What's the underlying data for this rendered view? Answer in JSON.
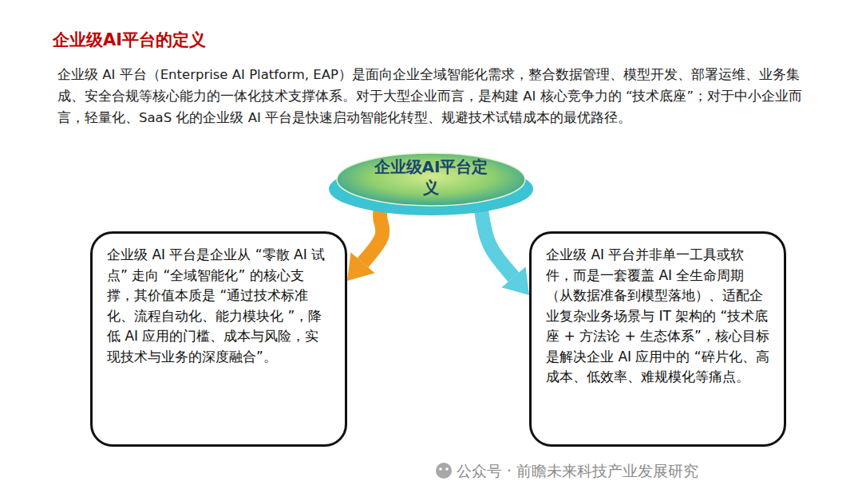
{
  "diagram": {
    "title": "企业级AI平台的定义",
    "nodes": [
      {
        "text": [
          "企业级AI平台定义"
        ]
      },
      {
        "text": [
          "企业级 AI 平台是企业从 “零散 AI 试点” 走向 “全域智能化” 的核心支撑，其价值本质是 “通过技术标准化、流程自动化、能力模块化 ”，降低 AI 应用的门槛、成本与风险，实现技术与业务的深度融合”。"
        ]
      },
      {
        "text": [
          "企业级 AI 平台并非单一工具或软件，而是一套覆盖 AI 全生命周期（从数据准备到模型落地）、适配企业复杂业务场景与 IT 架构的 “技术底座 + 方法论 + 生态体系”，核心目标是解决企业 AI 应用中的 “碎片化、高成本、低效率、难规模化等痛点。"
        ]
      }
    ],
    "edges": [
      {
        "from": 0,
        "to": 1,
        "arrow": "to"
      },
      {
        "from": 0,
        "to": 2,
        "arrow": "to"
      }
    ],
    "labels": [
      "企业级 AI 平台（Enterprise AI Platform, EAP）是面向企业全域智能化需求，整合数据管理、模型开发、部署运维、业务集成、安全合规等核心能力的一体化技术支撑体系。对于大型企业而言，是构建 AI 核心竞争力的 “技术底座”；对于中小企业而言，轻量化、SaaS 化的企业级 AI 平台是快速启动智能化转型、规避技术试错成本的最优路径。",
      "公众号 · 前瞻未来科技产业发展研究"
    ]
  }
}
